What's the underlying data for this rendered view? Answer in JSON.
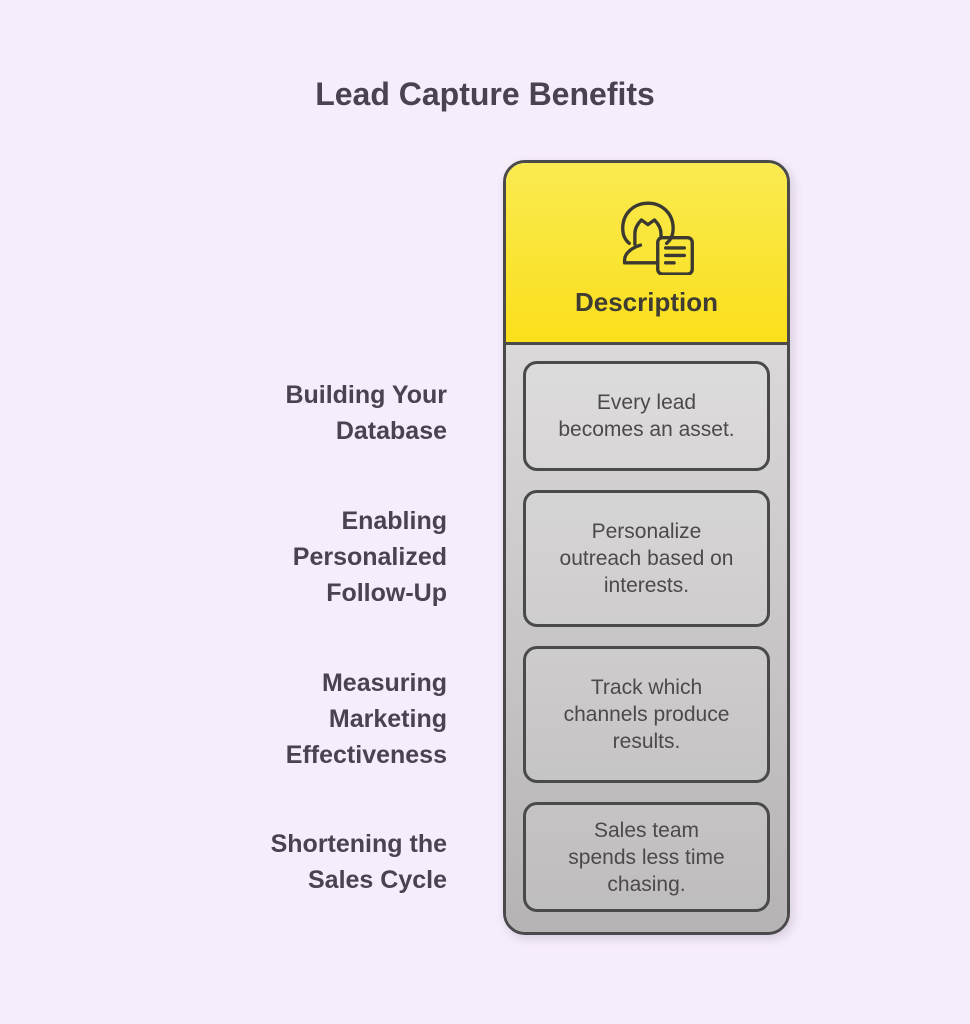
{
  "page": {
    "title": "Lead Capture Benefits"
  },
  "column": {
    "header": {
      "label": "Description",
      "icon": "person-with-document-icon"
    },
    "rows": [
      {
        "label": "Building Your Database",
        "description": "Every lead becomes an asset."
      },
      {
        "label": "Enabling Personalized Follow-Up",
        "description": "Personalize outreach based on interests."
      },
      {
        "label": "Measuring Marketing Effectiveness",
        "description": "Track which channels produce results."
      },
      {
        "label": "Shortening the Sales Cycle",
        "description": "Sales team spends less time chasing."
      }
    ]
  },
  "colors": {
    "background": "#f6edfb",
    "title_text": "#48434f",
    "header_gradient_top": "#f9ea50",
    "header_gradient_bottom": "#fbdf1c",
    "header_text": "#3e3c33",
    "body_gradient_top": "#dad8d8",
    "body_gradient_bottom": "#b5b3b3",
    "border": "#4a4a4a",
    "box_text": "#4b4949"
  }
}
